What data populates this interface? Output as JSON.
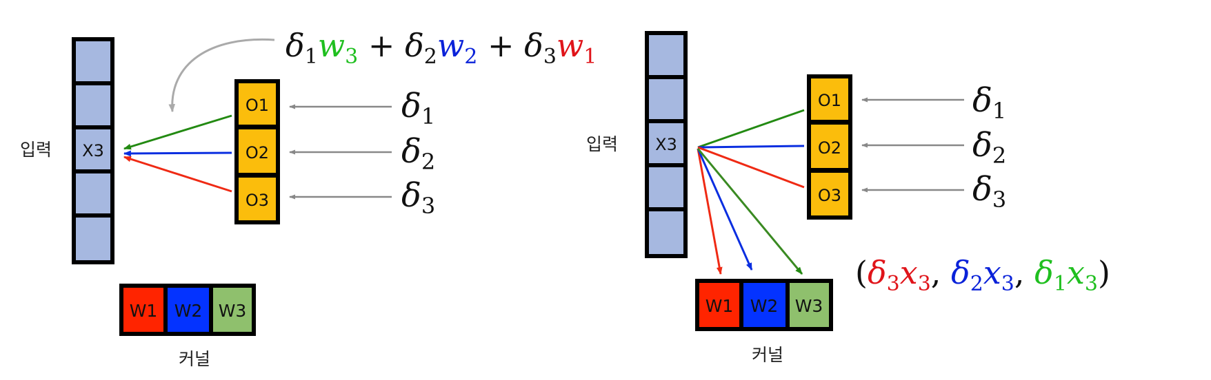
{
  "left_panel": {
    "input_label": "입력",
    "input_cell": "X3",
    "outputs": [
      "O1",
      "O2",
      "O3"
    ],
    "deltas": [
      {
        "sym": "δ",
        "sub": "1"
      },
      {
        "sym": "δ",
        "sub": "2"
      },
      {
        "sym": "δ",
        "sub": "3"
      }
    ],
    "kernel": [
      "W1",
      "W2",
      "W3"
    ],
    "kernel_label": "커널",
    "formula": {
      "parts": [
        {
          "text": "δ",
          "sub": "1",
          "color": "#111111"
        },
        {
          "text": "w",
          "sub": "3",
          "color": "#1fbf1f"
        },
        {
          "text": " + ",
          "sub": "",
          "color": "#111111"
        },
        {
          "text": "δ",
          "sub": "2",
          "color": "#111111"
        },
        {
          "text": "w",
          "sub": "2",
          "color": "#0a22d9"
        },
        {
          "text": " + ",
          "sub": "",
          "color": "#111111"
        },
        {
          "text": "δ",
          "sub": "3",
          "color": "#111111"
        },
        {
          "text": "w",
          "sub": "1",
          "color": "#e0141a"
        }
      ]
    }
  },
  "right_panel": {
    "input_label": "입력",
    "input_cell": "X3",
    "outputs": [
      "O1",
      "O2",
      "O3"
    ],
    "deltas": [
      {
        "sym": "δ",
        "sub": "1"
      },
      {
        "sym": "δ",
        "sub": "2"
      },
      {
        "sym": "δ",
        "sub": "3"
      }
    ],
    "kernel": [
      "W1",
      "W2",
      "W3"
    ],
    "kernel_label": "커널",
    "gradient": {
      "open": "(",
      "close": ")",
      "sep": ", ",
      "terms": [
        {
          "d": "δ",
          "dsub": "3",
          "x": "x",
          "xsub": "3",
          "color": "#e0141a"
        },
        {
          "d": "δ",
          "dsub": "2",
          "x": "x",
          "xsub": "3",
          "color": "#0a22d9"
        },
        {
          "d": "δ",
          "dsub": "1",
          "x": "x",
          "xsub": "3",
          "color": "#1fbf1f"
        }
      ]
    }
  },
  "colors": {
    "input_cell": "#a6b8e0",
    "output_cell": "#fbbd0c",
    "w1": "#ff2400",
    "w2": "#0433ff",
    "w3": "#8fc06d",
    "arrow_green": "#238a12",
    "arrow_blue": "#0a2ee0",
    "arrow_red": "#ef2a14",
    "delta_arrow": "#888888"
  }
}
